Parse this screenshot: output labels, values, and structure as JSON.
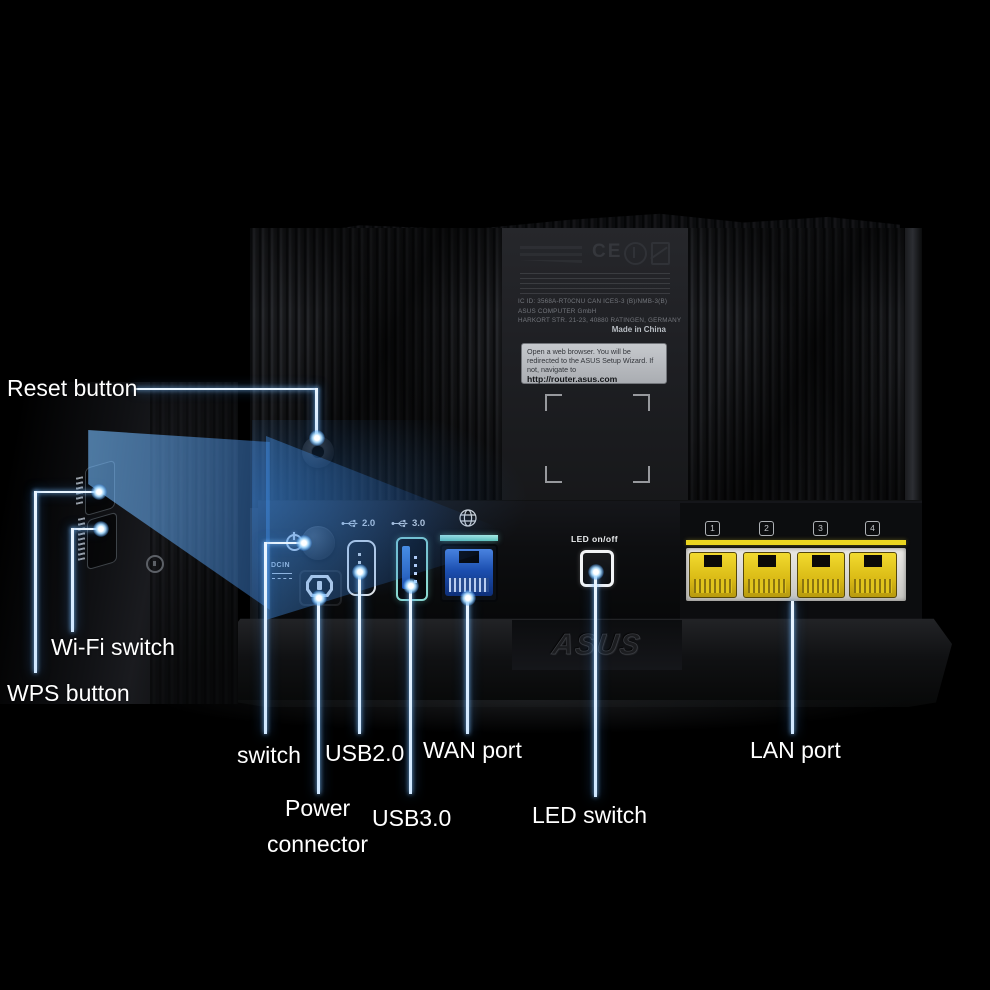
{
  "callouts": {
    "reset": "Reset button",
    "wifi": "Wi-Fi switch",
    "wps": "WPS button",
    "switch": "switch",
    "usb2": "USB2.0",
    "wan": "WAN port",
    "power_line1": "Power",
    "power_line2": "connector",
    "usb3": "USB3.0",
    "led": "LED switch",
    "lan": "LAN port"
  },
  "panel": {
    "usb2_icon_text": "2.0",
    "usb3_icon_text": "3.0",
    "dcin_label": "DCIN",
    "led_button_label": "LED on/off",
    "lan_port_numbers": [
      "1",
      "2",
      "3",
      "4"
    ],
    "ce_mark": "CE",
    "reg_lines": [
      "IC ID: 3568A-RT0CNU CAN ICES-3 (B)/NMB-3(B)",
      "ASUS COMPUTER GmbH",
      "HARKORT STR. 21-23, 40880 RATINGEN, GERMANY"
    ],
    "made_in": "Made in China",
    "sticker_text": "Open a web browser. You will be redirected to the ASUS Setup Wizard. If not, navigate to",
    "sticker_url": "http://router.asus.com",
    "brand_logo": "ASUS"
  },
  "colors": {
    "background": "#000000",
    "beam": "#cfe7ff",
    "beam_glow": "#3f9be8",
    "lan_yellow": "#e7cb1d",
    "wan_blue": "#2356b4",
    "usb3_teal": "#84d6ce",
    "label_text": "#ffffff",
    "sticker_bg": "#b6b9be"
  }
}
